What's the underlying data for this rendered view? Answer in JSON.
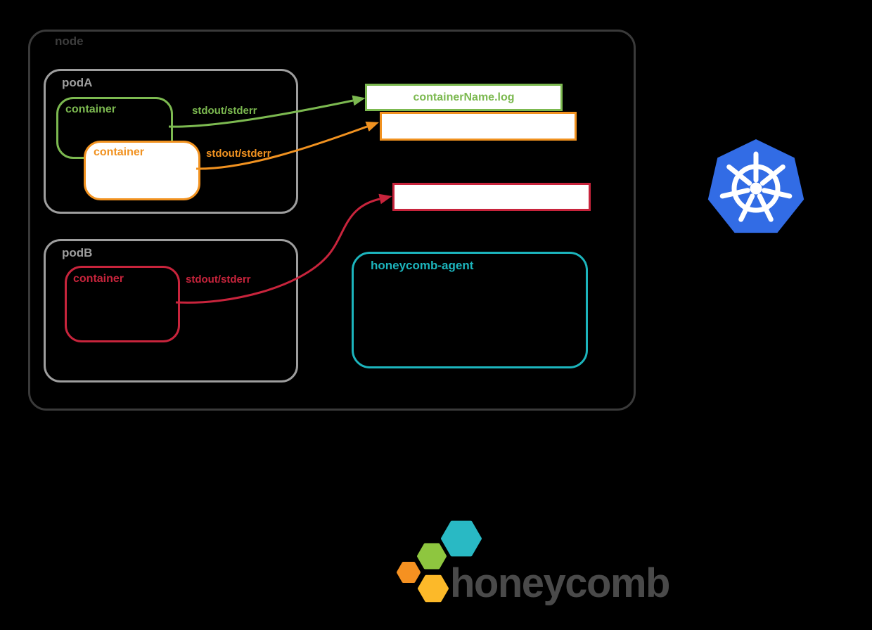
{
  "node": {
    "label": "node"
  },
  "pod_a": {
    "label": "podA",
    "container_green": {
      "label": "container",
      "stream": "stdout/stderr"
    },
    "container_orange": {
      "label": "container",
      "stream": "stdout/stderr"
    }
  },
  "pod_b": {
    "label": "podB",
    "container_red": {
      "label": "container",
      "stream": "stdout/stderr"
    }
  },
  "log_files": {
    "green_label": "containerName.log"
  },
  "agent": {
    "label": "honeycomb-agent"
  },
  "honeycomb_logo": {
    "wordmark": "honeycomb"
  },
  "icons": {
    "kubernetes": "kubernetes-helm-logo",
    "honeycomb": "honeycomb-hexagons"
  },
  "colors": {
    "background": "#000000",
    "node_outline": "#3a3a3a",
    "pod_outline": "#9e9e9e",
    "green": "#7cb950",
    "orange": "#f19220",
    "red": "#c8243c",
    "teal": "#1cb5bd",
    "kubernetes_blue": "#326ce5",
    "honeycomb_teal": "#29b9c4",
    "honeycomb_green": "#8ec63f",
    "honeycomb_orange": "#f59121",
    "honeycomb_yellow": "#fcb929",
    "wordmark_gray": "#4a4a4a"
  }
}
